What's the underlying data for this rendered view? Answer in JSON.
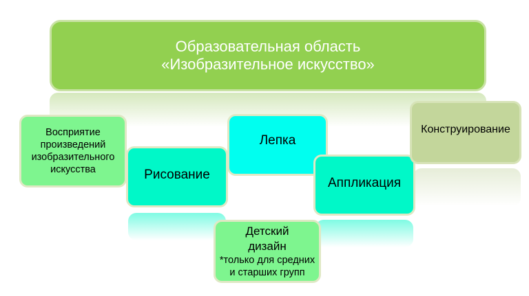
{
  "title": {
    "line1": "Образовательная область",
    "line2": "«Изобразительное искусство»"
  },
  "boxes": {
    "perception": "Восприятие произведений изобразительного искусства",
    "drawing": "Рисование",
    "modeling": "Лепка",
    "applique": "Аппликация",
    "construction": "Конструирование",
    "design_title": "Детский дизайн",
    "design_note": "*только для средних и старших групп"
  },
  "colors": {
    "title": "#92d050",
    "light_green": "#7ef58f",
    "aqua": "#00f8c8",
    "cyan": "#00fff0",
    "olive": "#c3d69b"
  }
}
